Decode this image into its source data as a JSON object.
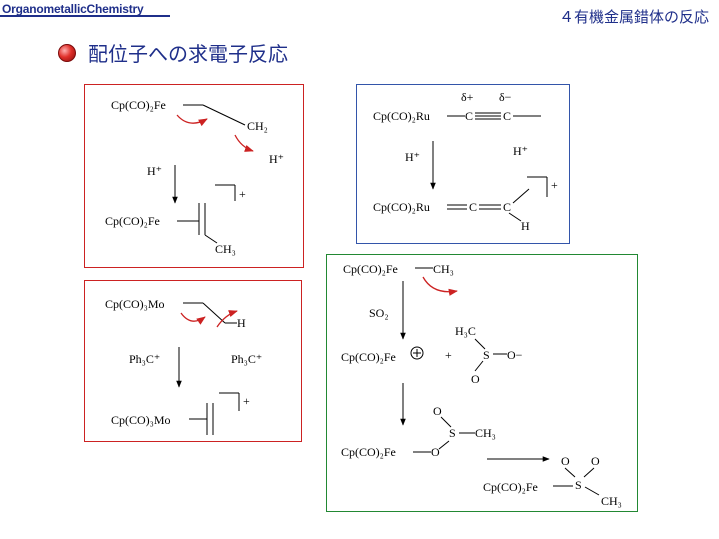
{
  "header": {
    "left_label": "OrganometallicChemistry",
    "right_label": "４有機金属錯体の反応"
  },
  "slide": {
    "title": "配位子への求電子反応"
  },
  "scheme1": {
    "top_complex": "Cp(CO)₂Fe",
    "ch2": "CH₂",
    "h_plus_right": "H⁺",
    "h_plus_left": "H⁺",
    "plus": "+",
    "bottom_complex": "Cp(CO)₂Fe",
    "ch3": "CH₃"
  },
  "scheme2": {
    "delta_plus": "δ+",
    "delta_minus": "δ−",
    "top_complex": "Cp(CO)₂Ru",
    "c1": "C",
    "c2": "C",
    "h_plus_left": "H⁺",
    "h_plus_right": "H⁺",
    "plus": "+",
    "bottom_complex": "Cp(CO)₂Ru",
    "c3": "C",
    "c4": "C",
    "h": "H"
  },
  "scheme3": {
    "top_complex": "Cp(CO)₃Mo",
    "h": "H",
    "reagent_left": "Ph₃C⁺",
    "reagent_right": "Ph₃C⁺",
    "plus": "+",
    "bottom_complex": "Cp(CO)₃Mo"
  },
  "scheme4": {
    "top_complex": "Cp(CO)₂Fe",
    "ch3_top": "CH₃",
    "so2": "SO₂",
    "h3c": "H₃C",
    "cation": "Cp(CO)₂Fe",
    "plus_sign": "+",
    "s_center": "S",
    "o_minus": "O−",
    "o_bottom": "O",
    "mid_complex": "Cp(CO)₂Fe",
    "o_link": "O",
    "o_top": "O",
    "s_mid": "S",
    "ch3_mid": "CH₃",
    "final_complex": "Cp(CO)₂Fe",
    "o_left": "O",
    "o_right": "O",
    "s_final": "S",
    "ch3_final": "CH₃"
  },
  "colors": {
    "accent": "#1f2f8a",
    "red_box": "#cc2222",
    "blue_box": "#3355aa",
    "green_box": "#228833",
    "arrow_red": "#cc2222"
  }
}
